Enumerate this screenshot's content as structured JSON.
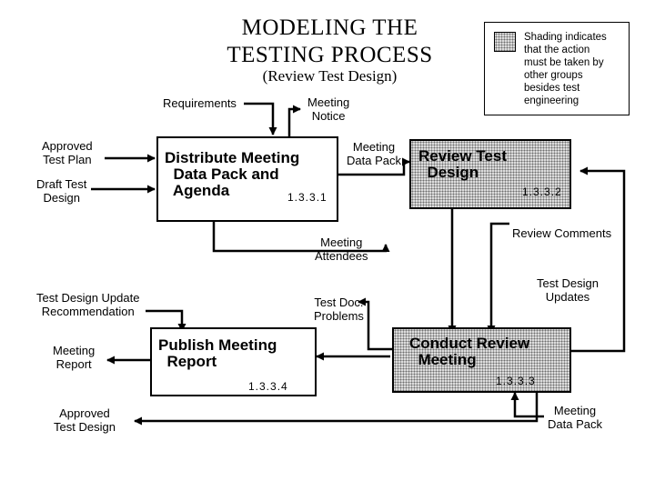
{
  "title": "MODELING  THE\nTESTING  PROCESS",
  "subtitle": "(Review Test Design)",
  "legend": {
    "swatch_icon": "shaded-square",
    "text": "Shading indicates\nthat the action\nmust be taken by\nother groups\nbesides test\nengineering"
  },
  "boxes": {
    "distribute": {
      "title": "Distribute Meeting\n  Data Pack and\n  Agenda",
      "number": "1.3.3.1"
    },
    "review": {
      "title": "Review Test\n  Design",
      "number": "1.3.3.2"
    },
    "conduct": {
      "title": "Conduct Review\n  Meeting",
      "number": "1.3.3.3"
    },
    "publish": {
      "title": "Publish Meeting\n  Report",
      "number": "1.3.3.4"
    }
  },
  "labels": {
    "requirements": "Requirements",
    "meeting_notice": "Meeting\nNotice",
    "approved_test_plan": "Approved\nTest Plan",
    "draft_test_design": "Draft Test\nDesign",
    "meeting_data_pack_1": "Meeting\nData Pack",
    "meeting_attendees": "Meeting\nAttendees",
    "review_comments": "Review Comments",
    "test_design_updates": "Test Design\nUpdates",
    "test_design_update_recommendation": "Test Design Update\nRecommendation",
    "test_doc_problems": "Test Doc.\nProblems",
    "meeting_report": "Meeting\nReport",
    "approved_test_design": "Approved\nTest Design",
    "meeting_data_pack_2": "Meeting\nData Pack"
  },
  "colors": {
    "line": "#000000",
    "shading": "#dcdcdc"
  }
}
